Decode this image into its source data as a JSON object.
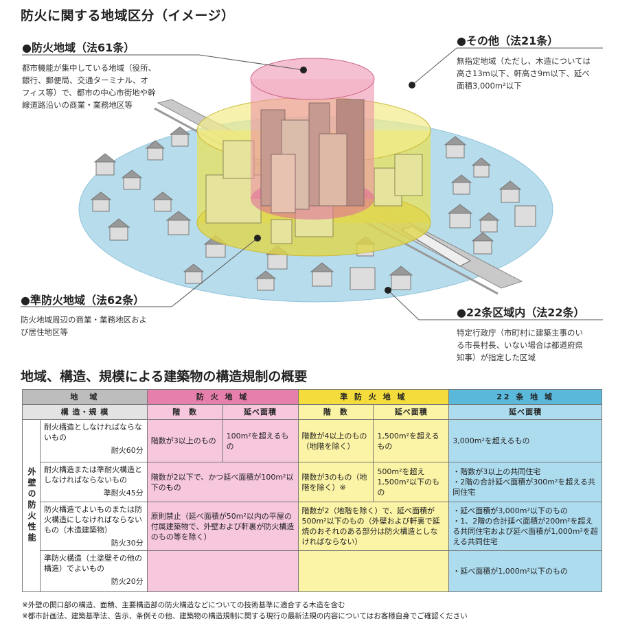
{
  "titles": {
    "top": "防火に関する地域区分（イメージ）",
    "table": "地域、構造、規模による建築物の構造規制の概要"
  },
  "zones": {
    "fire": {
      "title": "●防火地域（法61条）",
      "desc": [
        "都市機能が集中している地域（役所、",
        "銀行、郵便局、交通ターミナル、オ",
        "フィス等）で、都市の中心市街地や幹",
        "線道路沿いの商業・業務地区等"
      ]
    },
    "semi": {
      "title": "●準防火地域（法62条）",
      "desc": [
        "防火地域周辺の商業・業務地区およ",
        "び居住地区等"
      ]
    },
    "other": {
      "title": "●その他（法21条）",
      "desc": [
        "無指定地域（ただし、木造については",
        "高さ13m以下、軒高さ9m以下、延べ",
        "面積3,000m²以下"
      ]
    },
    "art22": {
      "title": "●22条区域内（法22条）",
      "desc": [
        "特定行政庁（市町村に建築主事のい",
        "る市長村長、いない場合は都道府県",
        "知事）が指定した区域"
      ]
    }
  },
  "colors": {
    "fire": "#e77fac",
    "semi": "#f3dc3c",
    "art22": "#5ab9da",
    "ground": "#b7dcec"
  },
  "table": {
    "h_area": "地　域",
    "h_fire": "防 火 地 域",
    "h_semi": "準 防 火 地 域",
    "h_22": "22 条 地 域",
    "h_struct": "構 造・規 模",
    "h_floors": "階　数",
    "h_area_total": "延べ面積",
    "h_floors2": "階　数",
    "h_area_total2": "延べ面積",
    "h_area_total3": "延べ面積",
    "side": "外壁の防火性能",
    "rows": [
      {
        "struct": "耐火構造としなければならないもの",
        "grade": "耐火60分",
        "fire_floors": "階数が3以上のもの",
        "fire_area": "100m²を超えるもの",
        "semi_floors": "階数が4以上のもの（地階を除く）",
        "semi_area": "1,500m²を超えるもの",
        "z22": "3,000m²を超えるもの"
      },
      {
        "struct": "耐火構造または準耐火構造としなければならないもの",
        "grade": "準耐火45分",
        "fire": "階数が2以下で、かつ延べ面積が100m²以下のもの",
        "semi_floors": "階数が3のもの（地階を除く）※",
        "semi_area": "500m²を超え1,500m²以下のもの",
        "z22": [
          "・階数が3以上の共同住宅",
          "・2階の合計延べ面積が300m²を超える共同住宅"
        ]
      },
      {
        "struct": "防火構造でよいものまたは防火構造にしなければならないもの（木造建築物）",
        "grade": "防火30分",
        "fire": "原則禁止（延べ面積が50m²以内の平屋の付属建築物で、外壁および軒裏が防火構造のもの等を除く）",
        "semi": "階数が2（地階を除く）で、延べ面積が500m²以下のもの（外壁および軒裏で延焼のおそれのある部分は防火構造としなければならない）",
        "z22": [
          "・延べ面積が3,000m²以下のもの",
          "・1、2階の合計延べ面積が200m²を超える共同住宅および延べ面積が1,000m²を超える共同住宅"
        ]
      },
      {
        "struct": "準防火構造（土塗壁その他の構造）でよいもの",
        "grade": "防火20分",
        "z22": "・延べ面積が1,000m²以下のもの"
      }
    ]
  },
  "notes": [
    "※外壁の開口部の構造、面積、主要構造部の防火構造などについての技術基準に適合する木造を含む",
    "※都市計画法、建築基準法、告示、条例その他、建築物の構造規制に関する現行の最新法規の内容についてはお客様自身でご確認ください"
  ]
}
